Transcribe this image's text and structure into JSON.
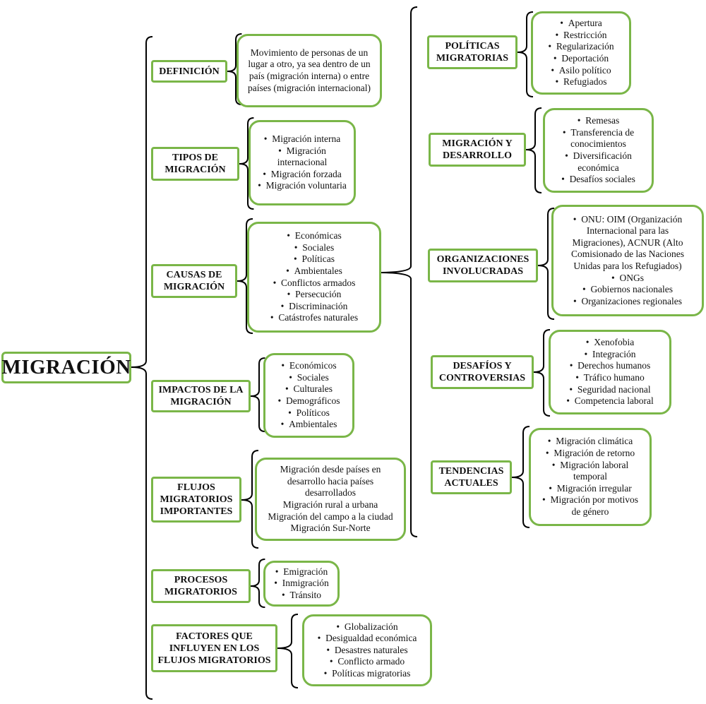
{
  "root": "MIGRACIÓN",
  "left": [
    {
      "title": "DEFINICIÓN",
      "items": [
        "Movimiento de personas de un lugar a otro, ya sea dentro de un país (migración interna) o entre países (migración internacional)"
      ]
    },
    {
      "title": "TIPOS DE MIGRACIÓN",
      "items": [
        "Migración interna",
        "Migración internacional",
        "Migración forzada",
        "Migración voluntaria"
      ]
    },
    {
      "title": "CAUSAS DE MIGRACIÓN",
      "items": [
        "Económicas",
        "Sociales",
        "Políticas",
        "Ambientales",
        "Conflictos armados",
        "Persecución",
        "Discriminación",
        "Catástrofes naturales"
      ]
    },
    {
      "title": "IMPACTOS DE LA MIGRACIÓN",
      "items": [
        "Económicos",
        "Sociales",
        "Culturales",
        "Demográficos",
        "Políticos",
        "Ambientales"
      ]
    },
    {
      "title": "FLUJOS MIGRATORIOS IMPORTANTES",
      "items": [
        "Migración desde países en desarrollo hacia países desarrollados",
        "Migración rural a urbana",
        "Migración del campo a la ciudad",
        "Migración Sur-Norte"
      ]
    },
    {
      "title": "PROCESOS MIGRATORIOS",
      "items": [
        "Emigración",
        "Inmigración",
        "Tránsito"
      ]
    },
    {
      "title": "FACTORES QUE INFLUYEN EN LOS FLUJOS MIGRATORIOS",
      "items": [
        "Globalización",
        "Desigualdad económica",
        "Desastres naturales",
        "Conflicto armado",
        "Políticas migratorias"
      ]
    }
  ],
  "right": [
    {
      "title": "POLÍTICAS MIGRATORIAS",
      "items": [
        "Apertura",
        "Restricción",
        "Regularización",
        "Deportación",
        "Asilo político",
        "Refugiados"
      ]
    },
    {
      "title": "MIGRACIÓN Y DESARROLLO",
      "items": [
        "Remesas",
        "Transferencia de conocimientos",
        "Diversificación económica",
        "Desafíos sociales"
      ]
    },
    {
      "title": "ORGANIZACIONES INVOLUCRADAS",
      "items": [
        "ONU: OIM (Organización Internacional para las Migraciones), ACNUR (Alto Comisionado de las Naciones Unidas para los Refugiados)",
        "ONGs",
        "Gobiernos nacionales",
        "Organizaciones regionales"
      ]
    },
    {
      "title": "DESAFÍOS Y CONTROVERSIAS",
      "items": [
        "Xenofobia",
        "Integración",
        "Derechos humanos",
        "Tráfico humano",
        "Seguridad nacional",
        "Competencia laboral"
      ]
    },
    {
      "title": "TENDENCIAS ACTUALES",
      "items": [
        "Migración climática",
        "Migración de retorno",
        "Migración laboral temporal",
        "Migración irregular",
        "Migración por motivos de género"
      ]
    }
  ],
  "colors": {
    "border": "#7ab648",
    "line": "#000000"
  }
}
